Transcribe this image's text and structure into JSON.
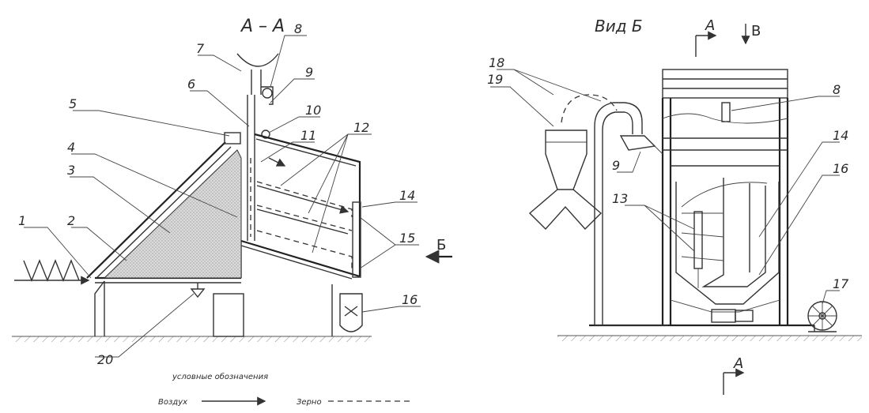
{
  "titles": {
    "section_left": "А – А",
    "view_right": "Вид Б",
    "cut_a_top": "А",
    "cut_b_top": "В",
    "cut_a_bottom": "А",
    "arrow_b": "Б"
  },
  "labels": {
    "n1": "1",
    "n2": "2",
    "n3": "3",
    "n4": "4",
    "n5": "5",
    "n6": "6",
    "n7": "7",
    "n8": "8",
    "n9": "9",
    "n10": "10",
    "n11": "11",
    "n12": "12",
    "n14": "14",
    "n15": "15",
    "n16": "16",
    "n20": "20",
    "r8": "8",
    "r9": "9",
    "r13": "13",
    "r14": "14",
    "r16": "16",
    "r17": "17",
    "r18": "18",
    "r19": "19"
  },
  "legend": {
    "title": "условные обозначения",
    "air": "Воздух",
    "grain": "Зерно"
  },
  "colors": {
    "line": "#333333",
    "grain_fill": "#c9c9c9",
    "ground_hatch": "#888888"
  }
}
